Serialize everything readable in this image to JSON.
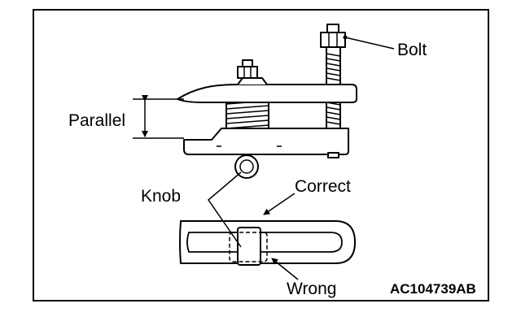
{
  "labels": {
    "bolt": "Bolt",
    "parallel": "Parallel",
    "knob": "Knob",
    "correct": "Correct",
    "wrong": "Wrong"
  },
  "figure_code": "AC104739AB",
  "colors": {
    "line": "#000000",
    "background": "#ffffff"
  }
}
